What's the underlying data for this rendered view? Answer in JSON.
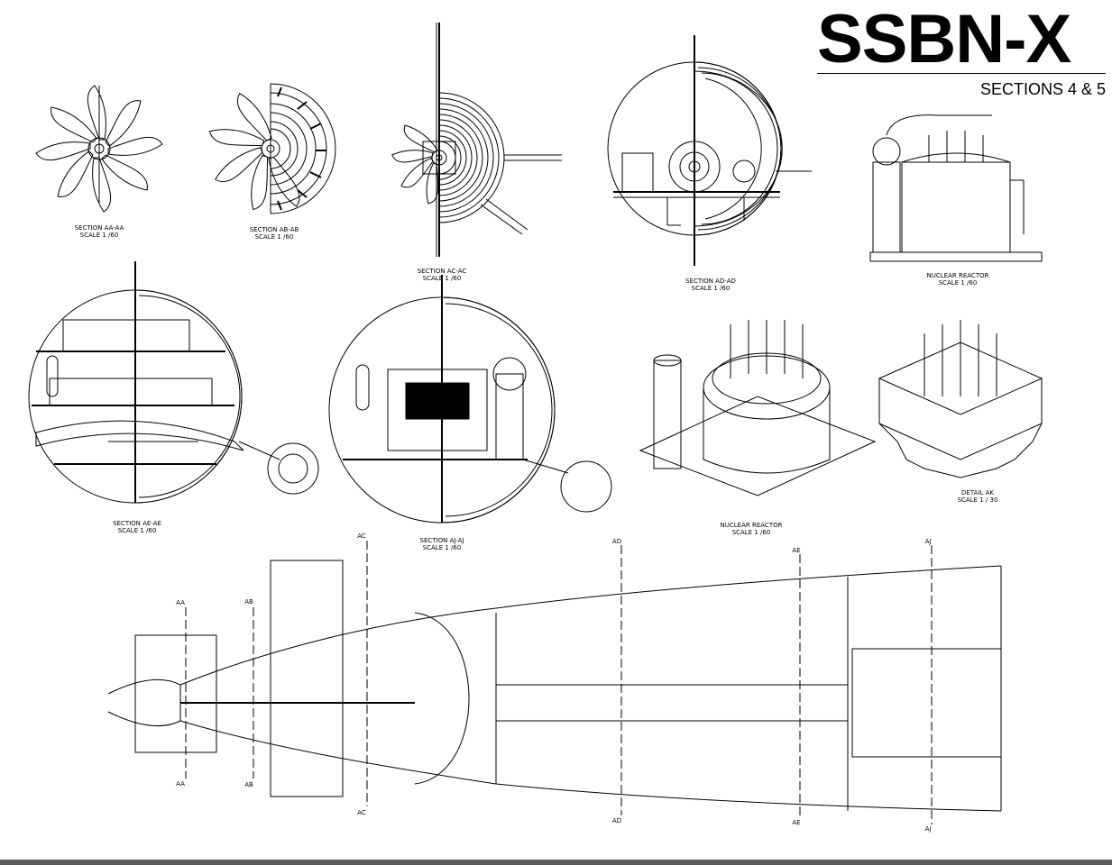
{
  "header": {
    "title": "SSBN-X",
    "subtitle": "SECTIONS 4 & 5"
  },
  "views": [
    {
      "id": "aa",
      "name": "SECTION AA-AA",
      "scale": "SCALE 1 /60"
    },
    {
      "id": "ab",
      "name": "SECTION AB-AB",
      "scale": "SCALE 1 /60"
    },
    {
      "id": "ac",
      "name": "SECTION AC-AC",
      "scale": "SCALE 1 /60"
    },
    {
      "id": "ad",
      "name": "SECTION AD-AD",
      "scale": "SCALE 1 /60"
    },
    {
      "id": "reactor1",
      "name": "NUCLEAR REACTOR",
      "scale": "SCALE 1 /60"
    },
    {
      "id": "ae",
      "name": "SECTION AE-AE",
      "scale": "SCALE 1 /60"
    },
    {
      "id": "aj",
      "name": "SECTION AJ-AJ",
      "scale": "SCALE 1 /60"
    },
    {
      "id": "reactor2",
      "name": "NUCLEAR REACTOR",
      "scale": "SCALE 1 /60"
    },
    {
      "id": "ak",
      "name": "DETAIL AK",
      "scale": "SCALE 1 / 30"
    }
  ],
  "section_markers": {
    "aa": "AA",
    "ab": "AB",
    "ac": "AC",
    "ad": "AD",
    "ae": "AE",
    "aj": "AJ"
  },
  "colors": {
    "ink": "#000000",
    "background": "#ffffff",
    "footer": "#5a5a5a"
  }
}
